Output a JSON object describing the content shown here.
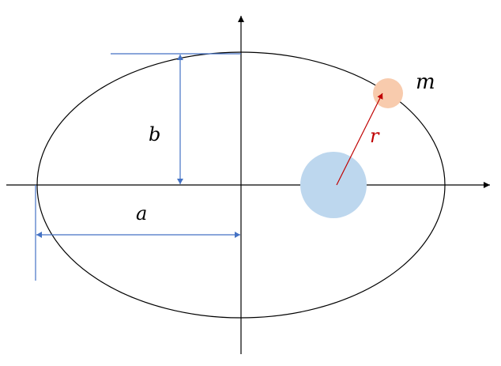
{
  "labels": {
    "semi_minor": "b",
    "semi_major": "a",
    "radius": "r",
    "mass": "m"
  },
  "colors": {
    "axes": "#000000",
    "ellipse": "#000000",
    "dimension": "#4472c4",
    "focus_body": "#bdd7ee",
    "orbiting_body": "#f8cbad",
    "radius_vector": "#c00000",
    "radius_label": "#c00000",
    "text": "#000000"
  }
}
